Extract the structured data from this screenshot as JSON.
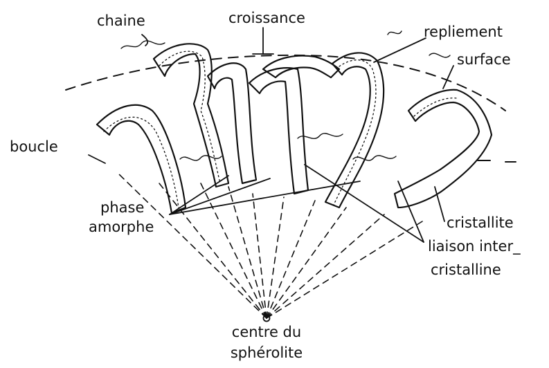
{
  "diagram": {
    "labels": {
      "chaine": "chaine",
      "croissance": "croissance",
      "repliement": "repliement",
      "surface": "surface",
      "boucle": "boucle",
      "phase_amorphe_1": "phase",
      "phase_amorphe_2": "amorphe",
      "cristallite": "cristallite",
      "liaison_1": "liaison inter_",
      "liaison_2": "cristalline",
      "centre_1": "centre du",
      "centre_2": "sphérolite"
    },
    "colors": {
      "ink": "#111111",
      "background": "#ffffff"
    }
  }
}
